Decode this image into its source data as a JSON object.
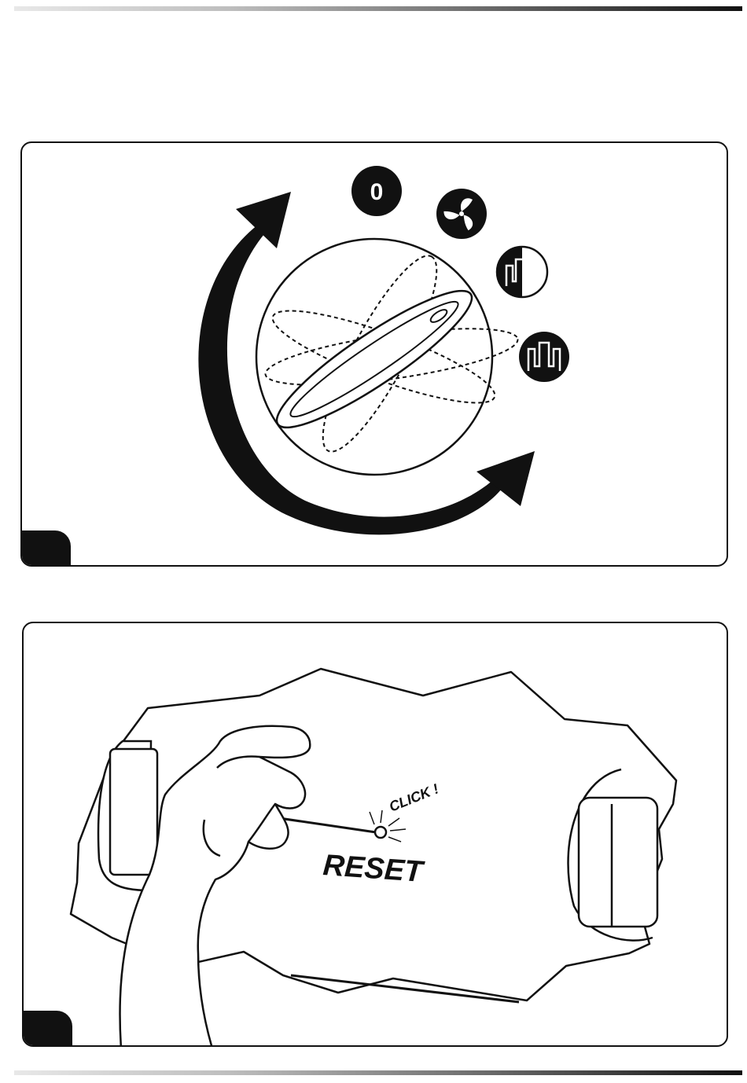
{
  "figure1": {
    "badge": "",
    "symbols": [
      {
        "label": "0",
        "icon": "off-icon"
      },
      {
        "label": "",
        "icon": "fan-icon"
      },
      {
        "label": "",
        "icon": "half-heat-icon"
      },
      {
        "label": "",
        "icon": "full-heat-icon"
      }
    ]
  },
  "figure2": {
    "badge": "",
    "reset_label": "RESET",
    "click_label": "CLICK !"
  },
  "colors": {
    "ink": "#111111",
    "paper": "#ffffff"
  }
}
